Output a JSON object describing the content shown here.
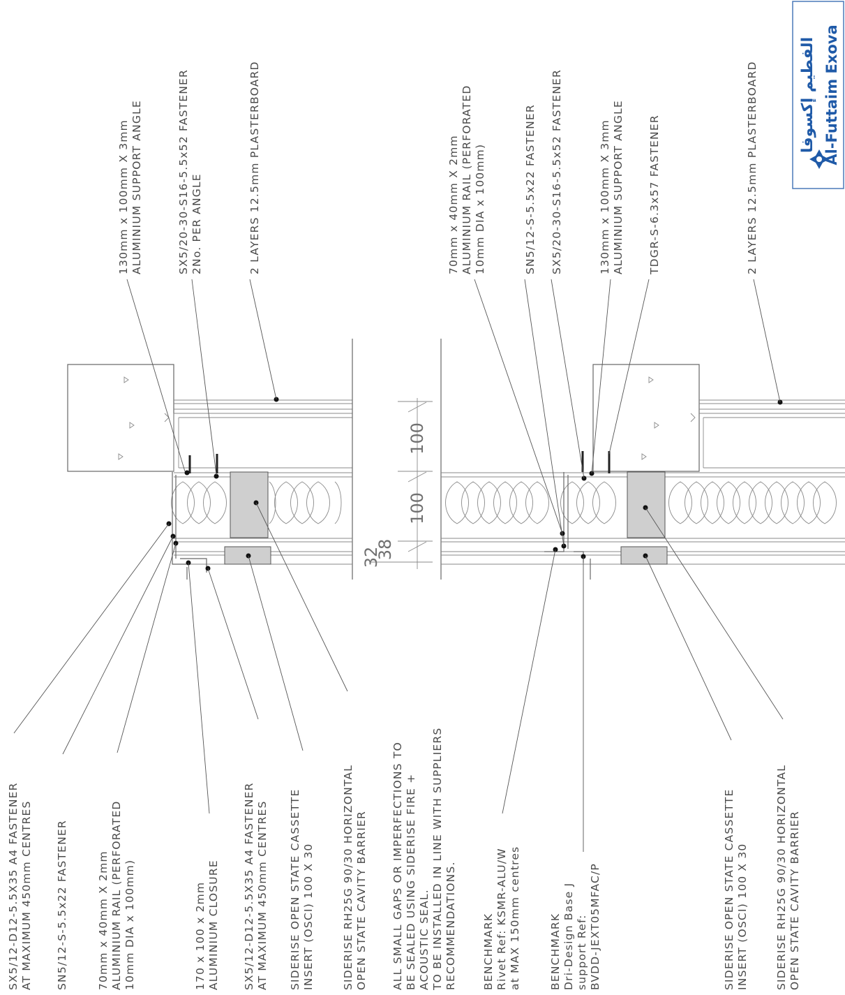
{
  "labels_left": [
    {
      "id": "fastener-a4-450",
      "lines": [
        "SX5/12-D12-5.5X35 A4 FASTENER",
        "AT MAXIMUM 450mm CENTRES"
      ]
    },
    {
      "id": "sn5-fastener",
      "lines": [
        "SN5/12-S-5.5x22 FASTENER"
      ]
    },
    {
      "id": "aluminium-rail",
      "lines": [
        "70mm x 40mm X 2mm",
        "ALUMINIUM RAIL (PERFORATED",
        "10mm DIA x 100mm)"
      ]
    },
    {
      "id": "aluminium-closure",
      "lines": [
        "170 x 100 x 2mm",
        "ALUMINIUM CLOSURE"
      ]
    },
    {
      "id": "fastener-a4-450-b",
      "lines": [
        "SX5/12-D12-5.5X35 A4 FASTENER",
        "AT MAXIMUM 450mm CENTRES"
      ]
    },
    {
      "id": "cassette-insert",
      "lines": [
        "SIDERISE OPEN STATE CASSETTE",
        "INSERT (OSCI) 100 X 30"
      ]
    },
    {
      "id": "cavity-barrier",
      "lines": [
        "SIDERISE RH25G 90/30 HORIZONTAL",
        "OPEN STATE CAVITY BARRIER"
      ]
    },
    {
      "id": "note-gaps",
      "lines": [
        "ALL SMALL GAPS OR IMPERFECTIONS TO",
        "BE SEALED USING SIDERISE FIRE +",
        "ACOUSTIC SEAL.",
        "TO BE INSTALLED IN LINE WITH SUPPLIERS",
        "RECOMMENDATIONS."
      ]
    },
    {
      "id": "benchmark-rivet",
      "lines": [
        "BENCHMARK",
        "Rivet Ref: KSMR-ALU/W",
        "at MAX 150mm centres"
      ]
    },
    {
      "id": "benchmark-dri",
      "lines": [
        "BENCHMARK",
        "Dri-Design Base J",
        "support Ref:",
        "BVDD-JEXT05MFAC/P"
      ]
    },
    {
      "id": "cassette-insert-b",
      "lines": [
        "SIDERISE OPEN STATE CASSETTE",
        "INSERT (OSCI) 100 X 30"
      ]
    },
    {
      "id": "cavity-barrier-b",
      "lines": [
        "SIDERISE RH25G 90/30 HORIZONTAL",
        "OPEN STATE CAVITY BARRIER"
      ]
    }
  ],
  "labels_top": [
    {
      "id": "support-angle",
      "lines": [
        "130mm x 100mm X 3mm",
        "ALUMINIUM SUPPORT ANGLE"
      ]
    },
    {
      "id": "sx5-fastener-angle",
      "lines": [
        "SX5/20-30-S16-5.5x52 FASTENER",
        "2No. PER ANGLE"
      ]
    },
    {
      "id": "plasterboard",
      "lines": [
        "2 LAYERS 12.5mm PLASTERBOARD"
      ]
    },
    {
      "id": "aluminium-rail-b",
      "lines": [
        "70mm x 40mm X 2mm",
        "ALUMINIUM RAIL (PERFORATED",
        "10mm DIA x 100mm)"
      ]
    },
    {
      "id": "sn5-fastener-b",
      "lines": [
        "SN5/12-S-5.5x22 FASTENER"
      ]
    },
    {
      "id": "sx5-fastener-b",
      "lines": [
        "SX5/20-30-S16-5.5x52 FASTENER"
      ]
    },
    {
      "id": "support-angle-b",
      "lines": [
        "130mm x 100mm X 3mm",
        "ALUMINIUM SUPPORT ANGLE"
      ]
    },
    {
      "id": "tdgr-fastener",
      "lines": [
        "TDGR-S-6.3x57 FASTENER"
      ]
    },
    {
      "id": "plasterboard-b",
      "lines": [
        "2 LAYERS 12.5mm PLASTERBOARD"
      ]
    }
  ],
  "dimensions": {
    "d32": "32",
    "d38": "38",
    "d100a": "100",
    "d100b": "100"
  },
  "logo": {
    "arabic": "الفطيم إكسوفا",
    "latin": "Al-Futtaim Exova"
  },
  "colors": {
    "logo_blue": "#1f5aa8",
    "hatch": "#cfcfcf",
    "line": "#555555"
  }
}
